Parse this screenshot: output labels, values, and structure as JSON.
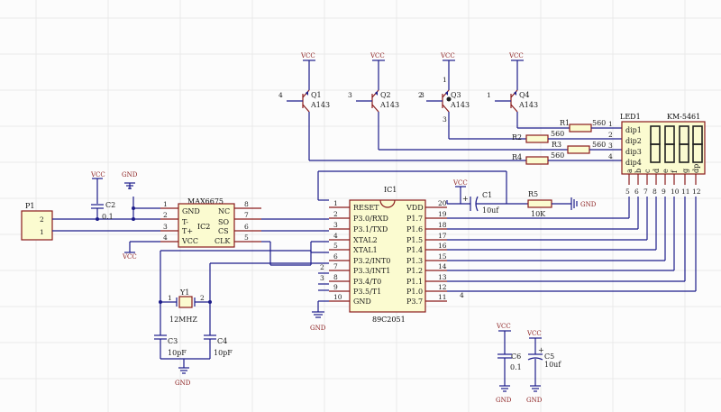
{
  "p1": {
    "ref": "P1",
    "pins": [
      "2",
      "1"
    ]
  },
  "c2": {
    "ref": "C2",
    "value": "0.1"
  },
  "ic2": {
    "ref": "IC2",
    "part": "MAX6675",
    "pins_left": [
      "GND",
      "T-",
      "T+",
      "VCC"
    ],
    "pins_right": [
      "NC",
      "SO",
      "CS",
      "CLK"
    ],
    "num_left": [
      "1",
      "2",
      "3",
      "4"
    ],
    "num_right": [
      "8",
      "7",
      "6",
      "5"
    ]
  },
  "ic1": {
    "ref": "IC1",
    "part": "89C2051",
    "left": [
      "RESET",
      "P3.0/RXD",
      "P3.1/TXD",
      "XTAL2",
      "XTAL1",
      "P3.2/INT0",
      "P3.3/INT1",
      "P3.4/T0",
      "P3.5/T1",
      "GND"
    ],
    "left_num": [
      "1",
      "2",
      "3",
      "4",
      "5",
      "6",
      "7",
      "8",
      "9",
      "10"
    ],
    "right": [
      "VDD",
      "P1.7",
      "P1.6",
      "P1.5",
      "P1.4",
      "P1.3",
      "P1.2",
      "P1.1",
      "P1.0",
      "P3.7"
    ],
    "right_num": [
      "20",
      "19",
      "18",
      "17",
      "16",
      "15",
      "14",
      "13",
      "12",
      "11"
    ]
  },
  "transistors": [
    {
      "ref": "Q1",
      "type": "A143",
      "base_num": "4"
    },
    {
      "ref": "Q2",
      "type": "A143",
      "base_num": "3"
    },
    {
      "ref": "Q3",
      "type": "A143",
      "base_num": "2"
    },
    {
      "ref": "Q4",
      "type": "A143",
      "base_num": "1"
    }
  ],
  "q3_pins": {
    "pin1": "1",
    "pin2": "2",
    "pin3": "3",
    "base_extra": "3"
  },
  "resistors": [
    {
      "ref": "R1",
      "value": "560"
    },
    {
      "ref": "R2",
      "value": "560"
    },
    {
      "ref": "R3",
      "value": "560"
    },
    {
      "ref": "R4",
      "value": "560"
    },
    {
      "ref": "R5",
      "value": "10K"
    }
  ],
  "c1": {
    "ref": "C1",
    "value": "10uf"
  },
  "y1": {
    "ref": "Y1",
    "value": "12MHZ",
    "pin1": "1",
    "pin2": "2"
  },
  "c3": {
    "ref": "C3",
    "value": "10pF"
  },
  "c4": {
    "ref": "C4",
    "value": "10pF"
  },
  "c5": {
    "ref": "C5",
    "value": "10uf"
  },
  "c6": {
    "ref": "C6",
    "value": "0.1"
  },
  "led": {
    "ref": "LED1",
    "part": "KM-5461",
    "digits": [
      "dip1",
      "dip2",
      "dip3",
      "dip4"
    ],
    "dig_num": [
      "1",
      "2",
      "3",
      "4"
    ],
    "segments": [
      "a",
      "b",
      "c",
      "d",
      "e",
      "f",
      "g",
      "dp"
    ],
    "bottom_num": [
      "5",
      "6",
      "7",
      "8",
      "9",
      "10",
      "11",
      "12"
    ]
  },
  "power": {
    "vcc": "VCC",
    "gnd": "GND"
  },
  "net_4": "4",
  "nets_p3": [
    "2",
    "7",
    "3",
    "1",
    "9",
    "10"
  ]
}
